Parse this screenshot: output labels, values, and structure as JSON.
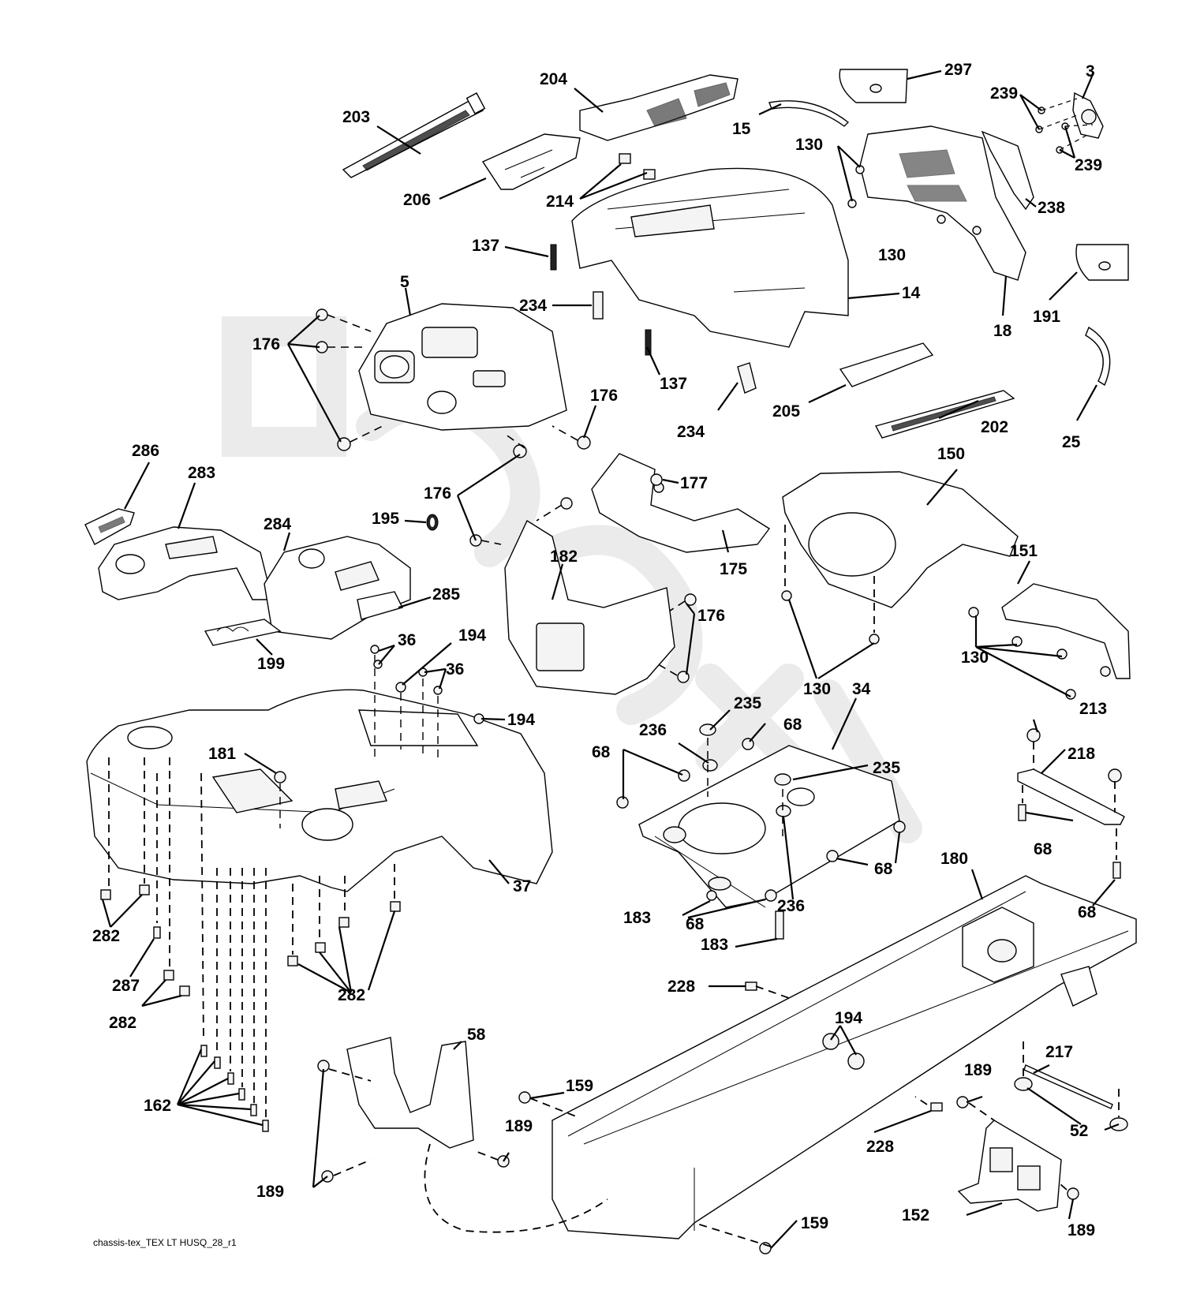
{
  "diagram": {
    "caption": "chassis-tex_TEX LT HUSQ_28_r1",
    "watermark": "partzilla-style faint logo watermark",
    "callouts": [
      {
        "id": "c203",
        "text": "203"
      },
      {
        "id": "c204",
        "text": "204"
      },
      {
        "id": "c206",
        "text": "206"
      },
      {
        "id": "c214",
        "text": "214"
      },
      {
        "id": "c15",
        "text": "15"
      },
      {
        "id": "c297",
        "text": "297"
      },
      {
        "id": "c3",
        "text": "3"
      },
      {
        "id": "c239a",
        "text": "239"
      },
      {
        "id": "c239b",
        "text": "239"
      },
      {
        "id": "c130a",
        "text": "130"
      },
      {
        "id": "c130b",
        "text": "130"
      },
      {
        "id": "c238",
        "text": "238"
      },
      {
        "id": "c137a",
        "text": "137"
      },
      {
        "id": "c137b",
        "text": "137"
      },
      {
        "id": "c5",
        "text": "5"
      },
      {
        "id": "c234a",
        "text": "234"
      },
      {
        "id": "c234b",
        "text": "234"
      },
      {
        "id": "c14",
        "text": "14"
      },
      {
        "id": "c18",
        "text": "18"
      },
      {
        "id": "c191",
        "text": "191"
      },
      {
        "id": "c176a",
        "text": "176"
      },
      {
        "id": "c176b",
        "text": "176"
      },
      {
        "id": "c176c",
        "text": "176"
      },
      {
        "id": "c176d",
        "text": "176"
      },
      {
        "id": "c205",
        "text": "205"
      },
      {
        "id": "c202",
        "text": "202"
      },
      {
        "id": "c25",
        "text": "25"
      },
      {
        "id": "c286",
        "text": "286"
      },
      {
        "id": "c283",
        "text": "283"
      },
      {
        "id": "c284",
        "text": "284"
      },
      {
        "id": "c195",
        "text": "195"
      },
      {
        "id": "c177",
        "text": "177"
      },
      {
        "id": "c150",
        "text": "150"
      },
      {
        "id": "c182",
        "text": "182"
      },
      {
        "id": "c175",
        "text": "175"
      },
      {
        "id": "c285",
        "text": "285"
      },
      {
        "id": "c151",
        "text": "151"
      },
      {
        "id": "c130c",
        "text": "130"
      },
      {
        "id": "c130d",
        "text": "130"
      },
      {
        "id": "c199",
        "text": "199"
      },
      {
        "id": "c36a",
        "text": "36"
      },
      {
        "id": "c194a",
        "text": "194"
      },
      {
        "id": "c36b",
        "text": "36"
      },
      {
        "id": "c194b",
        "text": "194"
      },
      {
        "id": "c235a",
        "text": "235"
      },
      {
        "id": "c34",
        "text": "34"
      },
      {
        "id": "c213",
        "text": "213"
      },
      {
        "id": "c236a",
        "text": "236"
      },
      {
        "id": "c68a",
        "text": "68"
      },
      {
        "id": "c68b",
        "text": "68"
      },
      {
        "id": "c181",
        "text": "181"
      },
      {
        "id": "c218",
        "text": "218"
      },
      {
        "id": "c235b",
        "text": "235"
      },
      {
        "id": "c68c",
        "text": "68"
      },
      {
        "id": "c68d",
        "text": "68"
      },
      {
        "id": "c37",
        "text": "37"
      },
      {
        "id": "c180",
        "text": "180"
      },
      {
        "id": "c236b",
        "text": "236"
      },
      {
        "id": "c68e",
        "text": "68"
      },
      {
        "id": "c183a",
        "text": "183"
      },
      {
        "id": "c68f",
        "text": "68"
      },
      {
        "id": "c282a",
        "text": "282"
      },
      {
        "id": "c183b",
        "text": "183"
      },
      {
        "id": "c287",
        "text": "287"
      },
      {
        "id": "c282b",
        "text": "282"
      },
      {
        "id": "c282c",
        "text": "282"
      },
      {
        "id": "c228a",
        "text": "228"
      },
      {
        "id": "c194c",
        "text": "194"
      },
      {
        "id": "c58",
        "text": "58"
      },
      {
        "id": "c217",
        "text": "217"
      },
      {
        "id": "c189a",
        "text": "189"
      },
      {
        "id": "c159a",
        "text": "159"
      },
      {
        "id": "c162",
        "text": "162"
      },
      {
        "id": "c189b",
        "text": "189"
      },
      {
        "id": "c52",
        "text": "52"
      },
      {
        "id": "c228b",
        "text": "228"
      },
      {
        "id": "c189c",
        "text": "189"
      },
      {
        "id": "c152",
        "text": "152"
      },
      {
        "id": "c189d",
        "text": "189"
      },
      {
        "id": "c159b",
        "text": "159"
      }
    ]
  }
}
